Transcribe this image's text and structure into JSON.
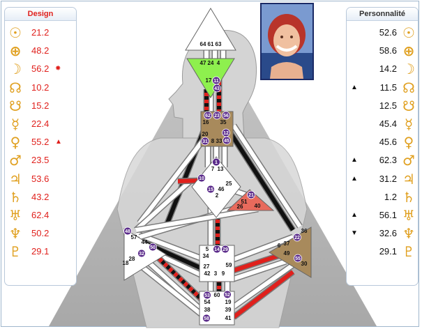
{
  "design": {
    "title": "Design",
    "rows": [
      {
        "icon": "sun-icon",
        "glyph": "☉",
        "value": "21.2",
        "mark": ""
      },
      {
        "icon": "earth-icon",
        "glyph": "⊕",
        "value": "48.2",
        "mark": ""
      },
      {
        "icon": "moon-icon",
        "glyph": "☽",
        "value": "56.2",
        "mark": "✸"
      },
      {
        "icon": "north-node-icon",
        "glyph": "☊",
        "value": "10.2",
        "mark": ""
      },
      {
        "icon": "south-node-icon",
        "glyph": "☋",
        "value": "15.2",
        "mark": ""
      },
      {
        "icon": "mercury-icon",
        "glyph": "☿",
        "value": "22.4",
        "mark": ""
      },
      {
        "icon": "venus-icon",
        "glyph": "♀",
        "value": "55.2",
        "mark": "▲"
      },
      {
        "icon": "mars-icon",
        "glyph": "♂",
        "value": "23.5",
        "mark": ""
      },
      {
        "icon": "jupiter-icon",
        "glyph": "♃",
        "value": "53.6",
        "mark": ""
      },
      {
        "icon": "saturn-icon",
        "glyph": "♄",
        "value": "43.2",
        "mark": ""
      },
      {
        "icon": "uranus-icon",
        "glyph": "♅",
        "value": "62.4",
        "mark": ""
      },
      {
        "icon": "neptune-icon",
        "glyph": "♆",
        "value": "50.2",
        "mark": ""
      },
      {
        "icon": "pluto-icon",
        "glyph": "♇",
        "value": "29.1",
        "mark": ""
      }
    ]
  },
  "personality": {
    "title": "Personnalité",
    "rows": [
      {
        "icon": "sun-icon",
        "glyph": "☉",
        "value": "52.6",
        "mark": ""
      },
      {
        "icon": "earth-icon",
        "glyph": "⊕",
        "value": "58.6",
        "mark": ""
      },
      {
        "icon": "moon-icon",
        "glyph": "☽",
        "value": "14.2",
        "mark": ""
      },
      {
        "icon": "north-node-icon",
        "glyph": "☊",
        "value": "11.5",
        "mark": "▲"
      },
      {
        "icon": "south-node-icon",
        "glyph": "☋",
        "value": "12.5",
        "mark": ""
      },
      {
        "icon": "mercury-icon",
        "glyph": "☿",
        "value": "45.4",
        "mark": ""
      },
      {
        "icon": "venus-icon",
        "glyph": "♀",
        "value": "45.6",
        "mark": ""
      },
      {
        "icon": "mars-icon",
        "glyph": "♂",
        "value": "62.3",
        "mark": "▲"
      },
      {
        "icon": "jupiter-icon",
        "glyph": "♃",
        "value": "31.2",
        "mark": "▲"
      },
      {
        "icon": "saturn-icon",
        "glyph": "♄",
        "value": "1.2",
        "mark": ""
      },
      {
        "icon": "uranus-icon",
        "glyph": "♅",
        "value": "56.1",
        "mark": "▲"
      },
      {
        "icon": "neptune-icon",
        "glyph": "♆",
        "value": "32.6",
        "mark": "▼"
      },
      {
        "icon": "pluto-icon",
        "glyph": "♇",
        "value": "29.1",
        "mark": ""
      }
    ]
  },
  "colors": {
    "design": "#e0201c",
    "personality": "#111111",
    "glyph": "#e0a020",
    "head_center": "#ffffff",
    "ajna_center": "#8ef04e",
    "throat_center": "#a88a5c",
    "g_center": "#ffffff",
    "heart_center": "#e86a5c",
    "spleen_center": "#ffffff",
    "solar_plexus_center": "#a88a5c",
    "sacral_center": "#ffffff",
    "root_center": "#ffffff",
    "active_gate_circle": "#5a2a8a"
  },
  "bodygraph": {
    "gates": [
      {
        "n": "64",
        "active": false
      },
      {
        "n": "61",
        "active": false
      },
      {
        "n": "63",
        "active": false
      },
      {
        "n": "47",
        "active": false
      },
      {
        "n": "24",
        "active": false
      },
      {
        "n": "4",
        "active": false
      },
      {
        "n": "17",
        "active": false
      },
      {
        "n": "11",
        "active": true
      },
      {
        "n": "43",
        "active": true
      },
      {
        "n": "62",
        "active": true
      },
      {
        "n": "23",
        "active": true
      },
      {
        "n": "56",
        "active": true
      },
      {
        "n": "16",
        "active": false
      },
      {
        "n": "35",
        "active": false
      },
      {
        "n": "20",
        "active": false
      },
      {
        "n": "12",
        "active": true
      },
      {
        "n": "31",
        "active": true
      },
      {
        "n": "8",
        "active": false
      },
      {
        "n": "33",
        "active": false
      },
      {
        "n": "45",
        "active": true
      },
      {
        "n": "1",
        "active": true
      },
      {
        "n": "7",
        "active": false
      },
      {
        "n": "13",
        "active": false
      },
      {
        "n": "10",
        "active": true
      },
      {
        "n": "25",
        "active": false
      },
      {
        "n": "15",
        "active": true
      },
      {
        "n": "46",
        "active": false
      },
      {
        "n": "2",
        "active": false
      },
      {
        "n": "21",
        "active": true
      },
      {
        "n": "51",
        "active": false
      },
      {
        "n": "26",
        "active": false
      },
      {
        "n": "40",
        "active": false
      },
      {
        "n": "48",
        "active": true
      },
      {
        "n": "57",
        "active": false
      },
      {
        "n": "44",
        "active": false
      },
      {
        "n": "50",
        "active": true
      },
      {
        "n": "28",
        "active": false
      },
      {
        "n": "32",
        "active": true
      },
      {
        "n": "18",
        "active": false
      },
      {
        "n": "36",
        "active": false
      },
      {
        "n": "22",
        "active": true
      },
      {
        "n": "6",
        "active": false
      },
      {
        "n": "37",
        "active": false
      },
      {
        "n": "49",
        "active": false
      },
      {
        "n": "55",
        "active": true
      },
      {
        "n": "30",
        "active": false
      },
      {
        "n": "5",
        "active": false
      },
      {
        "n": "14",
        "active": true
      },
      {
        "n": "29",
        "active": true
      },
      {
        "n": "34",
        "active": false
      },
      {
        "n": "27",
        "active": false
      },
      {
        "n": "59",
        "active": false
      },
      {
        "n": "42",
        "active": false
      },
      {
        "n": "3",
        "active": false
      },
      {
        "n": "9",
        "active": false
      },
      {
        "n": "53",
        "active": true
      },
      {
        "n": "60",
        "active": false
      },
      {
        "n": "52",
        "active": true
      },
      {
        "n": "54",
        "active": false
      },
      {
        "n": "19",
        "active": false
      },
      {
        "n": "38",
        "active": false
      },
      {
        "n": "39",
        "active": false
      },
      {
        "n": "58",
        "active": true
      },
      {
        "n": "41",
        "active": false
      }
    ]
  }
}
